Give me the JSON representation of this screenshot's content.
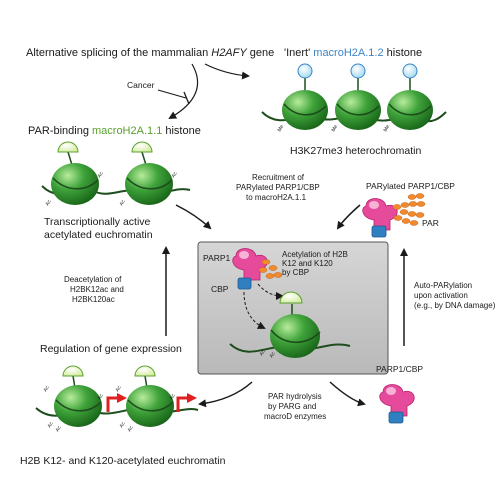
{
  "labels": {
    "splicing_prefix": "Alternative splicing of the mammalian ",
    "splicing_gene": "H2AFY",
    "splicing_suffix": " gene",
    "cancer": "Cancer",
    "inert_quote": "'Inert' ",
    "inert_variant": "macroH2A.1.2",
    "inert_suffix": " histone",
    "heterochromatin": "H3K27me3 heterochromatin",
    "par_binding_prefix": "PAR-binding ",
    "par_binding_variant": "macroH2A.1.1",
    "par_binding_suffix": " histone",
    "active_line1": "Transcriptionally active",
    "active_line2": "acetylated euchromatin",
    "recruit_line1": "Recruitment of",
    "recruit_line2": "PARylated PARP1/CBP",
    "recruit_line3": "to macroH2A.1.1",
    "parylated_complex": "PARylated PARP1/CBP",
    "par": "PAR",
    "deacetylation_line1": "Deacetylation of",
    "deacetylation_line2": "H2BK12ac and",
    "deacetylation_line3": "H2BK120ac",
    "acetylation_line1": "Acetylation of H2B",
    "acetylation_line2": "K12 and K120",
    "acetylation_line3": "by CBP",
    "parp1": "PARP1",
    "cbp": "CBP",
    "autopar_line1": "Auto-PARylation",
    "autopar_line2": "upon activation",
    "autopar_line3": "(e.g., by DNA damage)",
    "regulation": "Regulation of gene expression",
    "hydrolysis_line1": "PAR hydrolysis",
    "hydrolysis_line2": "by PARG and",
    "hydrolysis_line3": "macroD enzymes",
    "parp1_cbp": "PARP1/CBP",
    "bottom_title": "H2B K12- and K120-acetylated euchromatin",
    "me": "Me",
    "ac": "Ac"
  },
  "colors": {
    "nucleosome": "#2a8a2a",
    "nucleosome_light": "#8fd27a",
    "dna": "#1e4d1e",
    "macro_1_1": "#5aa02c",
    "macro_1_2": "#3d85c6",
    "macro_1_1_head": "#e6f2c0",
    "macro_1_2_head": "#bfe6f5",
    "cancer": "#d9262b",
    "parp1": "#e64a9a",
    "parp1_light": "#f8b2d6",
    "cbp": "#2f7fc1",
    "par": "#f08a2e",
    "center_panel": "#c8c8c8",
    "tss_arrow": "#e02020"
  }
}
